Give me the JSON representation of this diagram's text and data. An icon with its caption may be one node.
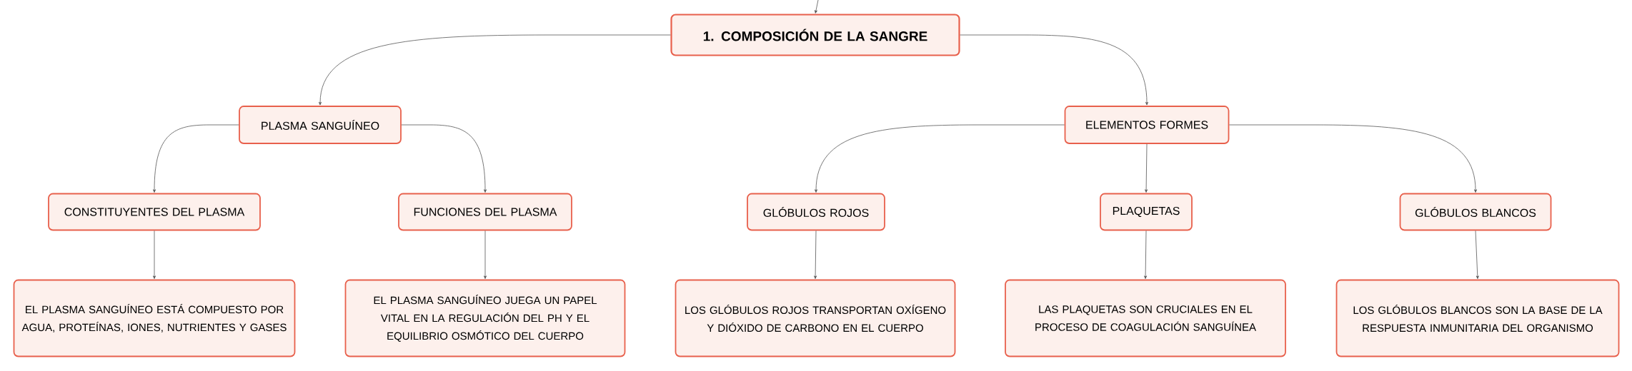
{
  "diagram": {
    "nodes": [
      {
        "text": [
          "1. COMPOSICIÓN DE LA SANGRE"
        ]
      },
      {
        "text": [
          "PLASMA SANGUÍNEO"
        ]
      },
      {
        "text": [
          "ELEMENTOS FORMES"
        ]
      },
      {
        "text": [
          "CONSTITUYENTES DEL PLASMA"
        ]
      },
      {
        "text": [
          "FUNCIONES DEL PLASMA"
        ]
      },
      {
        "text": [
          "GLÓBULOS ROJOS"
        ]
      },
      {
        "text": [
          "PLAQUETAS"
        ]
      },
      {
        "text": [
          "GLÓBULOS BLANCOS"
        ]
      },
      {
        "text": [
          "EL PLASMA SANGUÍNEO ESTÁ COMPUESTO POR AGUA, PROTEÍNAS, IONES, NUTRIENTES Y GASES"
        ]
      },
      {
        "text": [
          "EL PLASMA SANGUÍNEO JUEGA UN PAPEL VITAL EN LA REGULACIÓN DEL PH Y EL EQUILIBRIO OSMÓTICO DEL CUERPO"
        ]
      },
      {
        "text": [
          "LOS GLÓBULOS ROJOS TRANSPORTAN OXÍGENO Y DIÓXIDO DE CARBONO EN EL CUERPO"
        ]
      },
      {
        "text": [
          "LAS PLAQUETAS SON CRUCIALES EN EL PROCESO DE COAGULACIÓN SANGUÍNEA"
        ]
      },
      {
        "text": [
          "LOS GLÓBULOS BLANCOS SON LA BASE DE LA RESPUESTA INMUNITARIA DEL ORGANISMO"
        ]
      }
    ],
    "edges": [
      {
        "from": null,
        "to": 0,
        "arrow": "to"
      },
      {
        "from": 0,
        "to": 1,
        "arrow": "to"
      },
      {
        "from": 0,
        "to": 2,
        "arrow": "to"
      },
      {
        "from": 1,
        "to": 3,
        "arrow": "to"
      },
      {
        "from": 1,
        "to": 4,
        "arrow": "to"
      },
      {
        "from": 2,
        "to": 5,
        "arrow": "to"
      },
      {
        "from": 2,
        "to": 6,
        "arrow": "to"
      },
      {
        "from": 2,
        "to": 7,
        "arrow": "to"
      },
      {
        "from": 3,
        "to": 8,
        "arrow": "to"
      },
      {
        "from": 4,
        "to": 9,
        "arrow": "to"
      },
      {
        "from": 5,
        "to": 10,
        "arrow": "to"
      },
      {
        "from": 6,
        "to": 11,
        "arrow": "to"
      },
      {
        "from": 7,
        "to": 12,
        "arrow": "to"
      }
    ]
  }
}
